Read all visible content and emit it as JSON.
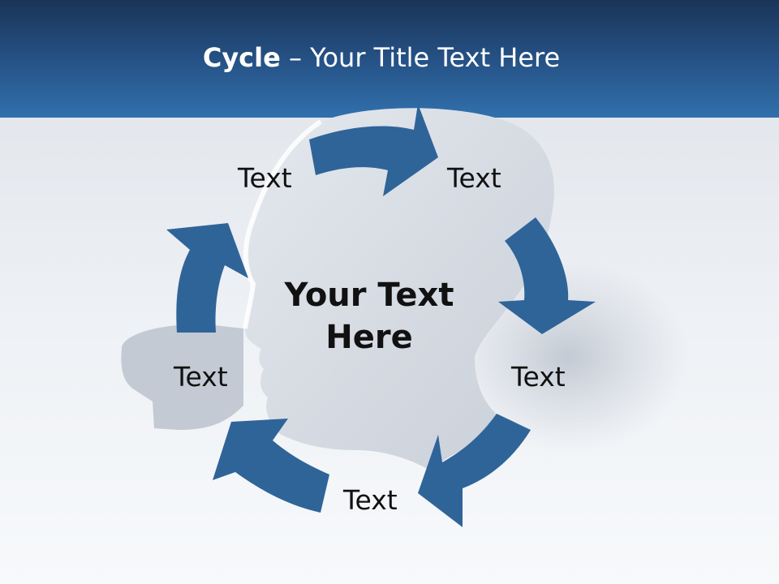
{
  "slide": {
    "title_bold": "Cycle",
    "title_rest": " – Your Title Text Here",
    "center_line1": "Your Text",
    "center_line2": "Here",
    "labels": [
      "Text",
      "Text",
      "Text",
      "Text",
      "Text"
    ]
  },
  "colors": {
    "header_top": "#1a3457",
    "header_bottom": "#3170ad",
    "arrow": "#2f6499",
    "head": "#d4d9e0"
  }
}
